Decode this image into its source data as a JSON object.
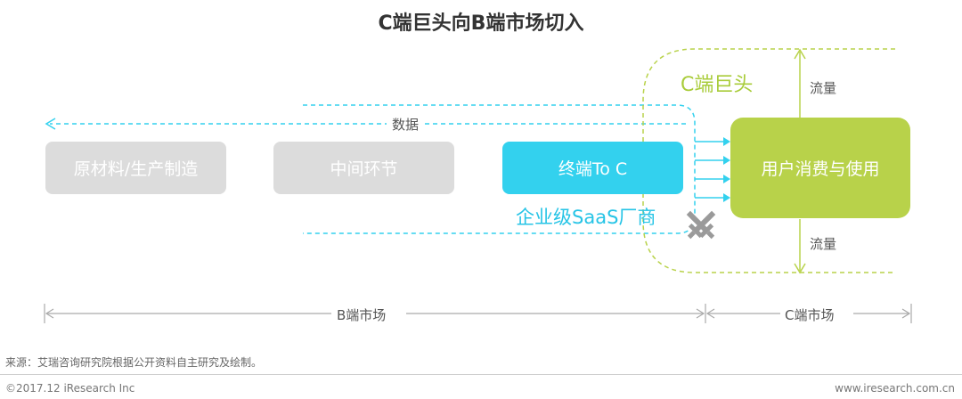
{
  "title": "C端巨头向B端市场切入",
  "data_flow_label": "数据",
  "boxes": {
    "raw_materials": "原材料/生产制造",
    "intermediate": "中间环节",
    "terminal": "终端To C",
    "consumer": "用户消费与使用"
  },
  "enterprise_saas_label": "企业级SaaS厂商",
  "c_giant_label": "C端巨头",
  "traffic_top": "流量",
  "traffic_bottom": "流量",
  "b_market_label": "B端市场",
  "c_market_label": "C端市场",
  "source": "来源：艾瑞咨询研究院根据公开资料自主研究及绘制。",
  "copyright": "©2017.12 iResearch Inc",
  "website": "www.iresearch.com.cn",
  "colors": {
    "cyan": "#33d1ee",
    "green": "#b8d24a",
    "grey_box": "#dcdcdc",
    "icon": "#9a9a9a"
  },
  "icons": [
    "crossed-swords-icon"
  ]
}
